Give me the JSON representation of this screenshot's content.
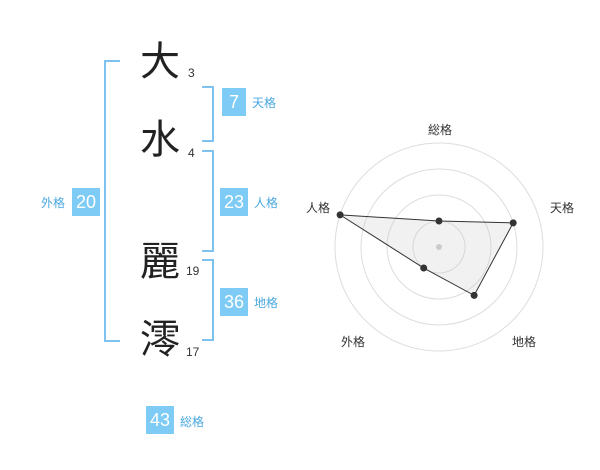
{
  "name": {
    "chars": [
      {
        "char": "大",
        "strokes": "3"
      },
      {
        "char": "水",
        "strokes": "4"
      },
      {
        "char": "麗",
        "strokes": "19"
      },
      {
        "char": "澪",
        "strokes": "17"
      }
    ]
  },
  "kakusu": {
    "tenkaku": {
      "value": "7",
      "label": "天格"
    },
    "jinkaku": {
      "value": "23",
      "label": "人格"
    },
    "chikaku": {
      "value": "36",
      "label": "地格"
    },
    "gaikaku": {
      "value": "20",
      "label": "外格"
    },
    "soukaku": {
      "value": "43",
      "label": "総格"
    }
  },
  "colors": {
    "accent": "#7ecbf5",
    "bracket": "#7ec3f0",
    "label": "#4aa8e0"
  },
  "chart_data": {
    "type": "radar",
    "axes": [
      "総格",
      "天格",
      "地格",
      "外格",
      "人格"
    ],
    "rings": 4,
    "max": 4,
    "values": [
      1,
      3,
      2.3,
      1,
      4
    ]
  }
}
